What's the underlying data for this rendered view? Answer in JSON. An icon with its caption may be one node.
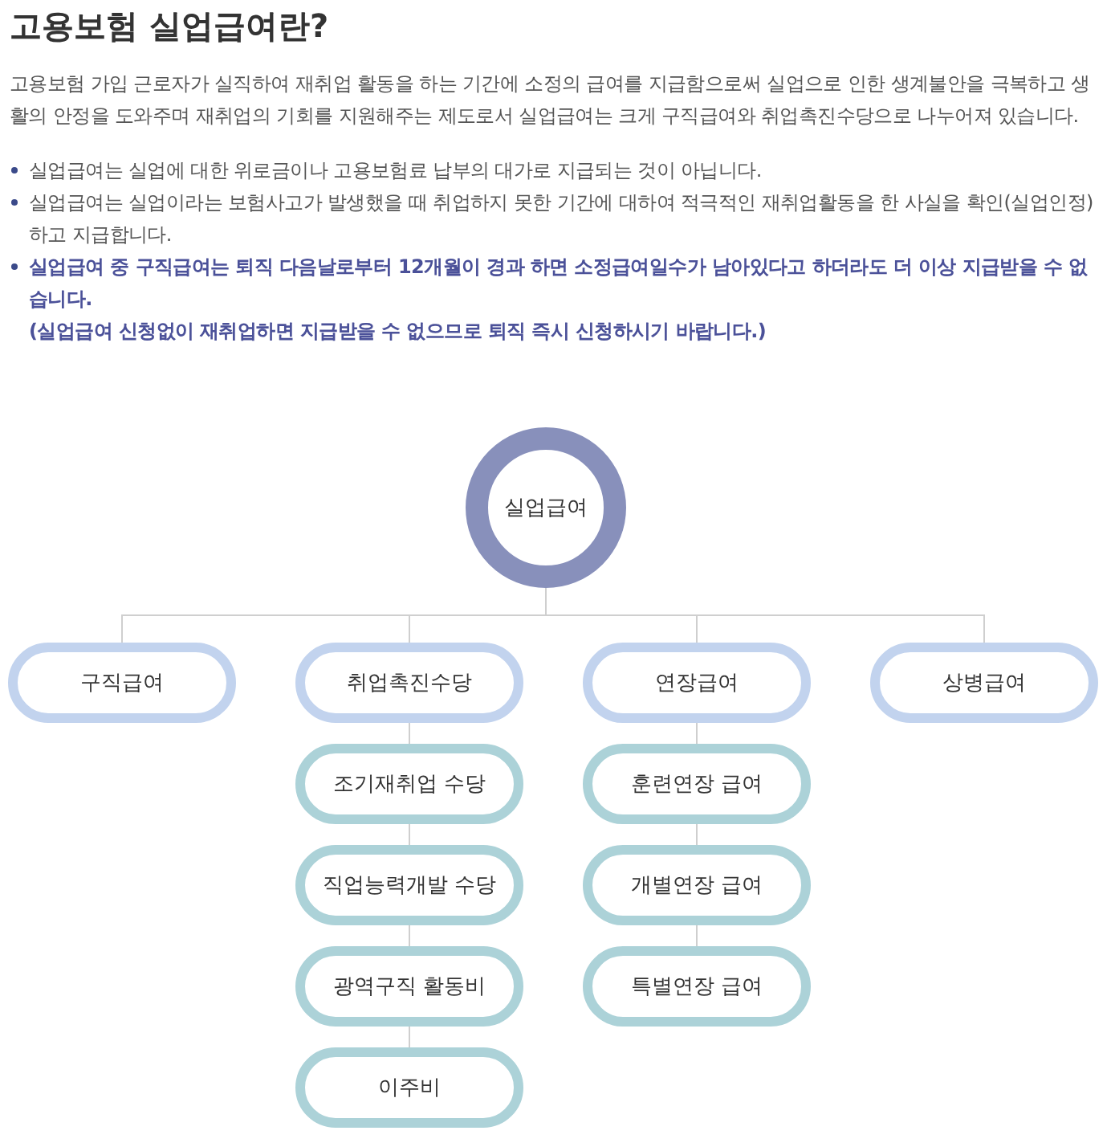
{
  "diagram": {
    "title": "고용보험 실업급여란?",
    "nodes": [
      {
        "text": [
          "실업급여"
        ]
      },
      {
        "text": [
          "구직급여"
        ]
      },
      {
        "text": [
          "취업촉진수당"
        ]
      },
      {
        "text": [
          "연장급여"
        ]
      },
      {
        "text": [
          "상병급여"
        ]
      },
      {
        "text": [
          "조기재취업 수당"
        ]
      },
      {
        "text": [
          "훈련연장 급여"
        ]
      },
      {
        "text": [
          "직업능력개발 수당"
        ]
      },
      {
        "text": [
          "개별연장 급여"
        ]
      },
      {
        "text": [
          "광역구직 활동비"
        ]
      },
      {
        "text": [
          "특별연장 급여"
        ]
      },
      {
        "text": [
          "이주비"
        ]
      }
    ],
    "edges": [
      {
        "from": 0,
        "to": 1,
        "arrow": "none"
      },
      {
        "from": 0,
        "to": 2,
        "arrow": "none"
      },
      {
        "from": 0,
        "to": 3,
        "arrow": "none"
      },
      {
        "from": 0,
        "to": 4,
        "arrow": "none"
      },
      {
        "from": 2,
        "to": 5,
        "arrow": "none"
      },
      {
        "from": 5,
        "to": 7,
        "arrow": "none"
      },
      {
        "from": 7,
        "to": 9,
        "arrow": "none"
      },
      {
        "from": 9,
        "to": 11,
        "arrow": "none"
      },
      {
        "from": 3,
        "to": 6,
        "arrow": "none"
      },
      {
        "from": 6,
        "to": 8,
        "arrow": "none"
      },
      {
        "from": 8,
        "to": 10,
        "arrow": "none"
      }
    ],
    "labels": [
      "고용보험 가입 근로자가 실직하여 재취업 활동을 하는 기간에 소정의 급여를 지급함으로써 실업으로 인한 생계불안을 극복하고 생활의 안정을 도와주며 재취업의 기회를 지원해주는 제도로서 실업급여는 크게 구직급여와 취업촉진수당으로 나누어져 있습니다.",
      "실업급여는 실업에 대한 위로금이나 고용보험료 납부의 대가로 지급되는 것이 아닙니다.",
      "실업급여는 실업이라는 보험사고가 발생했을 때 취업하지 못한 기간에 대하여 적극적인 재취업활동을 한 사실을 확인(실업인정)하고 지급합니다.",
      "실업급여 중 구직급여는 퇴직 다음날로부터 12개월이 경과 하면 소정급여일수가 남아있다고 하더라도 더 이상 지급받을 수 없습니다.",
      "(실업급여 신청없이 재취업하면 지급받을 수 없으므로 퇴직 즉시 신청하시기 바랍니다.)"
    ]
  }
}
